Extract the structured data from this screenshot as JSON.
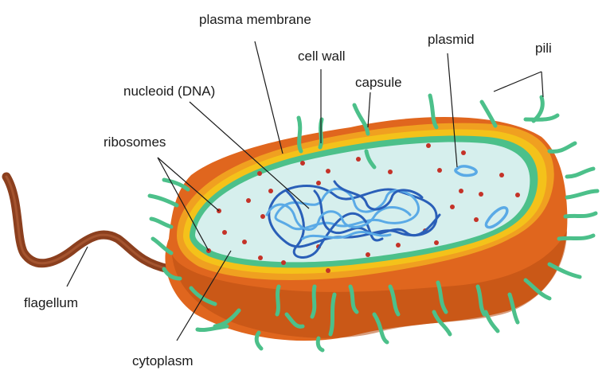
{
  "labels": {
    "plasma_membrane": "plasma membrane",
    "cell_wall": "cell wall",
    "plasmid": "plasmid",
    "pili": "pili",
    "nucleoid": "nucleoid (DNA)",
    "capsule": "capsule",
    "ribosomes": "ribosomes",
    "flagellum": "flagellum",
    "cytoplasm": "cytoplasm"
  },
  "colors": {
    "capsule_body": "#e0661e",
    "capsule_shadow": "#b84c12",
    "cell_wall": "#f4c21a",
    "membrane": "#4cc08a",
    "cytoplasm": "#d6efed",
    "dna_dark": "#2a5fb8",
    "dna_light": "#5aaae6",
    "ribosome": "#c43228",
    "flagellum": "#8b3f1e",
    "pili": "#4cc08a"
  }
}
